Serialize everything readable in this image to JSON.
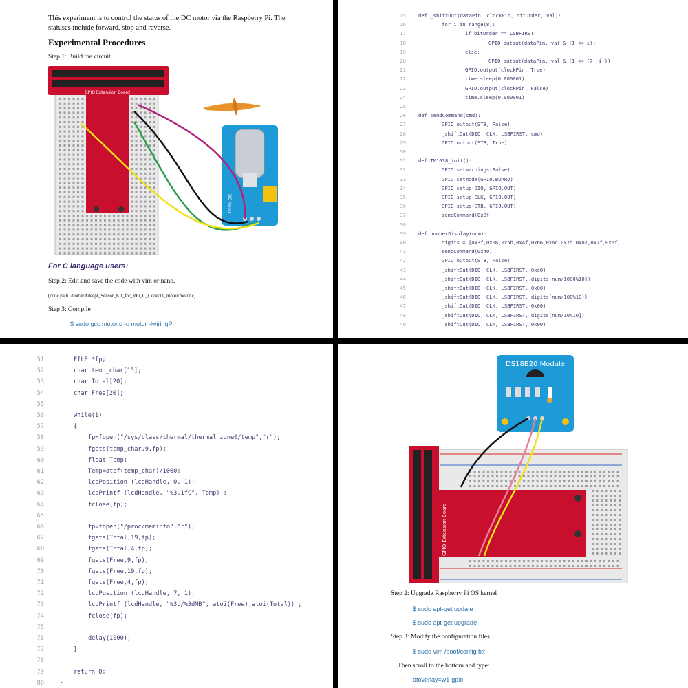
{
  "panel1": {
    "intro": "This experiment is to control the status of the DC motor via the Raspberry Pi. The statuses include forward, stop and reverse.",
    "heading": "Experimental Procedures",
    "step1": "Step 1: Build the circuit",
    "board_label": "GPIO Extension Board",
    "motor_label": "DC Motor",
    "c_users": "For C language users:",
    "step2": "Step 2: Edit and save the code with vim or nano.",
    "code_path": "(code path: /home/Adeept_Sensor_Kit_for_RPi_C_Code/11_motor/motor.c)",
    "step3": "Step 3: Compile",
    "compile_cmd": "$ sudo gcc motor.c -o motor -lwiringPi"
  },
  "panel2": {
    "lines": [
      {
        "n": "15",
        "t": "def _shiftOut(dataPin, clockPin, bitOrder, val):",
        "i": 0
      },
      {
        "n": "16",
        "t": "for i in range(8):",
        "i": 1
      },
      {
        "n": "17",
        "t": "if bitOrder == LSBFIRST:",
        "i": 2
      },
      {
        "n": "18",
        "t": "GPIO.output(dataPin, val & (1 << i))",
        "i": 3
      },
      {
        "n": "19",
        "t": "else:",
        "i": 2
      },
      {
        "n": "20",
        "t": "GPIO.output(dataPin, val & (1 << (7 -i)))",
        "i": 3
      },
      {
        "n": "21",
        "t": "GPIO.output(clockPin, True)",
        "i": 2
      },
      {
        "n": "22",
        "t": "time.sleep(0.000001)",
        "i": 2
      },
      {
        "n": "23",
        "t": "GPIO.output(clockPin, False)",
        "i": 2
      },
      {
        "n": "24",
        "t": "time.sleep(0.000001)",
        "i": 2
      },
      {
        "n": "25",
        "t": "",
        "i": 0
      },
      {
        "n": "26",
        "t": "def sendCommand(cmd):",
        "i": 0
      },
      {
        "n": "27",
        "t": "GPIO.output(STB, False)",
        "i": 1
      },
      {
        "n": "28",
        "t": "_shiftOut(DIO, CLK, LSBFIRST, cmd)",
        "i": 1
      },
      {
        "n": "29",
        "t": "GPIO.output(STB, True)",
        "i": 1
      },
      {
        "n": "30",
        "t": "",
        "i": 0
      },
      {
        "n": "31",
        "t": "def TM1638_init():",
        "i": 0
      },
      {
        "n": "32",
        "t": "GPIO.setwarnings(False)",
        "i": 1
      },
      {
        "n": "33",
        "t": "GPIO.setmode(GPIO.BOARD)",
        "i": 1
      },
      {
        "n": "34",
        "t": "GPIO.setup(DIO, GPIO.OUT)",
        "i": 1
      },
      {
        "n": "35",
        "t": "GPIO.setup(CLK, GPIO.OUT)",
        "i": 1
      },
      {
        "n": "36",
        "t": "GPIO.setup(STB, GPIO.OUT)",
        "i": 1
      },
      {
        "n": "37",
        "t": "sendCommand(0x8f)",
        "i": 1
      },
      {
        "n": "38",
        "t": "",
        "i": 0
      },
      {
        "n": "39",
        "t": "def numberDisplay(num):",
        "i": 0
      },
      {
        "n": "40",
        "t": "digits = [0x3f,0x06,0x5b,0x4f,0x66,0x6d,0x7d,0x07,0x7f,0x6f]",
        "i": 1
      },
      {
        "n": "41",
        "t": "sendCommand(0x40)",
        "i": 1
      },
      {
        "n": "42",
        "t": "GPIO.output(STB, False)",
        "i": 1
      },
      {
        "n": "43",
        "t": "_shiftOut(DIO, CLK, LSBFIRST, 0xc0)",
        "i": 1
      },
      {
        "n": "44",
        "t": "_shiftOut(DIO, CLK, LSBFIRST, digits[num/1000%10])",
        "i": 1
      },
      {
        "n": "45",
        "t": "_shiftOut(DIO, CLK, LSBFIRST, 0x00)",
        "i": 1
      },
      {
        "n": "46",
        "t": "_shiftOut(DIO, CLK, LSBFIRST, digits[num/100%10])",
        "i": 1
      },
      {
        "n": "47",
        "t": "_shiftOut(DIO, CLK, LSBFIRST, 0x00)",
        "i": 1
      },
      {
        "n": "48",
        "t": "_shiftOut(DIO, CLK, LSBFIRST, digits[num/10%10])",
        "i": 1
      },
      {
        "n": "49",
        "t": "_shiftOut(DIO, CLK, LSBFIRST, 0x00)",
        "i": 1
      }
    ]
  },
  "panel3": {
    "lines": [
      {
        "n": "51",
        "t": "FILE *fp;",
        "i": 1
      },
      {
        "n": "52",
        "t": "char temp_char[15];",
        "i": 1
      },
      {
        "n": "53",
        "t": "char Total[20];",
        "i": 1
      },
      {
        "n": "54",
        "t": "char Free[20];",
        "i": 1
      },
      {
        "n": "55",
        "t": "",
        "i": 0
      },
      {
        "n": "56",
        "t": "while(1)",
        "i": 1
      },
      {
        "n": "57",
        "t": "{",
        "i": 1
      },
      {
        "n": "58",
        "t": "fp=fopen(\"/sys/class/thermal/thermal_zone0/temp\",\"r\");",
        "i": 2
      },
      {
        "n": "59",
        "t": "fgets(temp_char,9,fp);",
        "i": 2
      },
      {
        "n": "60",
        "t": "float Temp;",
        "i": 2
      },
      {
        "n": "61",
        "t": "Temp=atof(temp_char)/1000;",
        "i": 2
      },
      {
        "n": "62",
        "t": "lcdPosition (lcdHandle, 0, 1);",
        "i": 2
      },
      {
        "n": "63",
        "t": "lcdPrintf (lcdHandle, \"%3.1fC\", Temp) ;",
        "i": 2
      },
      {
        "n": "64",
        "t": "fclose(fp);",
        "i": 2
      },
      {
        "n": "65",
        "t": "",
        "i": 0
      },
      {
        "n": "66",
        "t": "fp=fopen(\"/proc/meminfo\",\"r\");",
        "i": 2
      },
      {
        "n": "67",
        "t": "fgets(Total,19,fp);",
        "i": 2
      },
      {
        "n": "68",
        "t": "fgets(Total,4,fp);",
        "i": 2
      },
      {
        "n": "69",
        "t": "fgets(Free,9,fp);",
        "i": 2
      },
      {
        "n": "70",
        "t": "fgets(Free,19,fp);",
        "i": 2
      },
      {
        "n": "71",
        "t": "fgets(Free,4,fp);",
        "i": 2
      },
      {
        "n": "72",
        "t": "lcdPosition (lcdHandle, 7, 1);",
        "i": 2
      },
      {
        "n": "73",
        "t": "lcdPrintf (lcdHandle, \"%3d/%3dMB\", atoi(Free),atoi(Total)) ;",
        "i": 2
      },
      {
        "n": "74",
        "t": "fclose(fp);",
        "i": 2
      },
      {
        "n": "75",
        "t": "",
        "i": 0
      },
      {
        "n": "76",
        "t": "delay(1000);",
        "i": 2
      },
      {
        "n": "77",
        "t": "}",
        "i": 1
      },
      {
        "n": "78",
        "t": "",
        "i": 0
      },
      {
        "n": "79",
        "t": "return 0;",
        "i": 1
      },
      {
        "n": "80",
        "t": "}",
        "i": 0
      }
    ]
  },
  "panel4": {
    "module_label": "DS18B20 Module",
    "board_label": "GPIO Extension Board",
    "step2": "Step 2: Upgrade Raspberry Pi OS kernel",
    "cmd1": "$ sudo apt-get update",
    "cmd2": "$ sudo apt-get upgrade",
    "step3": "Step 3: Modify the configuration files",
    "cmd3": "$ sudo vim /boot/config.txt",
    "scroll_note": "Then scroll to the bottom and type:",
    "overlay": "dtoverlay=w1-gpio"
  },
  "colors": {
    "accent_blue": "#2a6fa8",
    "board_red": "#c8102e",
    "module_blue": "#1e9bd7",
    "c_heading": "#3d2a6b"
  }
}
